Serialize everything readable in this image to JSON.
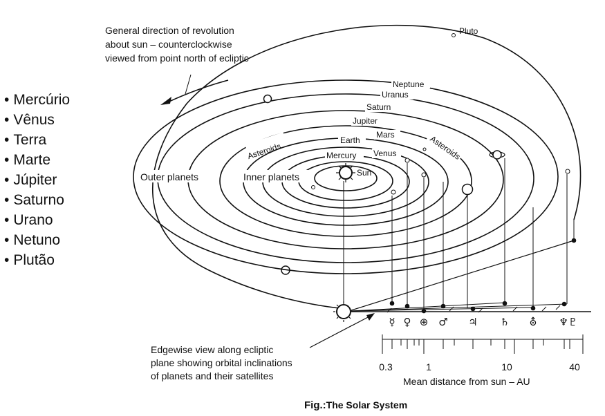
{
  "planet_list": [
    "Mercúrio",
    "Vênus",
    "Terra",
    "Marte",
    "Júpiter",
    "Saturno",
    "Urano",
    "Netuno",
    "Plutão"
  ],
  "revolution_note": [
    "General direction of revolution",
    "about sun – counterclockwise",
    "viewed from point north of ecliptic"
  ],
  "orbit_labels": {
    "pluto": "Pluto",
    "neptune": "Neptune",
    "uranus": "Uranus",
    "saturn": "Saturn",
    "jupiter": "Jupiter",
    "mars": "Mars",
    "earth": "Earth",
    "venus": "Venus",
    "mercury": "Mercury",
    "sun": "Sun",
    "asteroids_left": "Asteroids",
    "asteroids_right": "Asteroids"
  },
  "group_labels": {
    "outer": "Outer planets",
    "inner": "Inner planets"
  },
  "edgewise_note": [
    "Edgewise view along ecliptic",
    "plane showing orbital inclinations",
    "of planets and their satellites"
  ],
  "planet_symbols": [
    "☿",
    "♀",
    "⊕",
    "♂",
    "♃",
    "♄",
    "⛢",
    "♆♇"
  ],
  "scale": {
    "ticks": [
      "0.3",
      "1",
      "10",
      "40"
    ],
    "title": "Mean distance from sun – AU"
  },
  "caption": {
    "prefix": "Fig.:",
    "title": "The Solar System"
  }
}
